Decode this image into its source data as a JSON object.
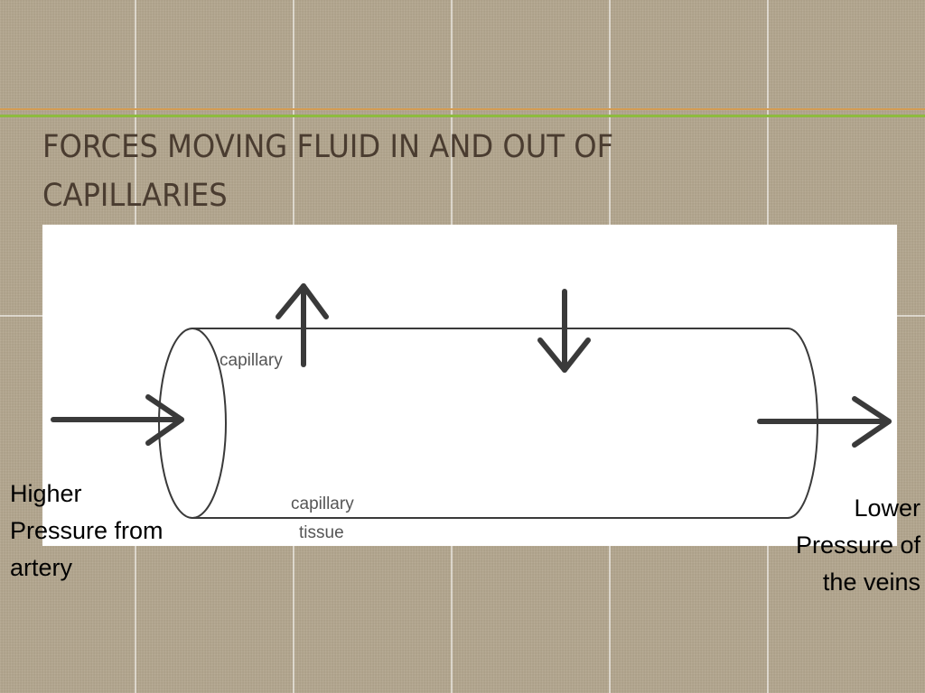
{
  "slide": {
    "title": "FORCES MOVING FLUID IN AND OUT OF CAPILLARIES"
  },
  "diagram": {
    "capillary_label": "capillary",
    "tissue_label_line1": "capillary",
    "tissue_label_line2": "tissue"
  },
  "labels": {
    "left_line1": "Higher",
    "left_line2": "Pressure from",
    "left_line3": "artery",
    "right_line1": "Lower",
    "right_line2": "Pressure of",
    "right_line3": "the veins"
  },
  "colors": {
    "title": "#4a3c30",
    "arrow": "#3a3a3a",
    "rule_green": "#8dbb3e",
    "rule_orange": "#d49c52"
  }
}
